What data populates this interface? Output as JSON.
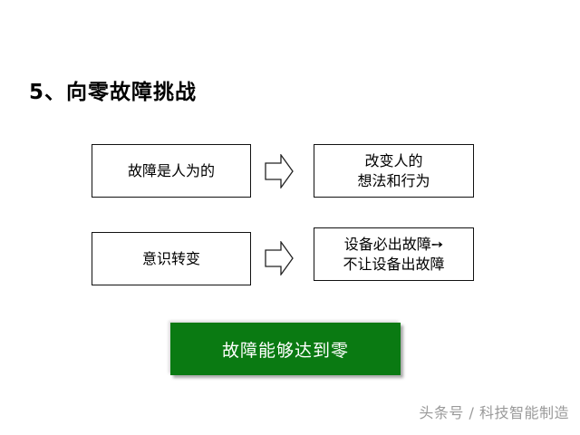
{
  "title": "5、向零故障挑战",
  "rows": [
    {
      "left": "故障是人为的",
      "right_line1": "改变人的",
      "right_line2": "想法和行为"
    },
    {
      "left": "意识转变",
      "right_line1": "设备必出故障➙",
      "right_line2": "不让设备出故障"
    }
  ],
  "result": "故障能够达到零",
  "colors": {
    "result_bg": "#0a7a12",
    "result_text": "#ffffff",
    "watermark": "#9a9a9a"
  },
  "icons": [
    "right-arrow-icon"
  ],
  "watermark": "头条号 / 科技智能制造"
}
